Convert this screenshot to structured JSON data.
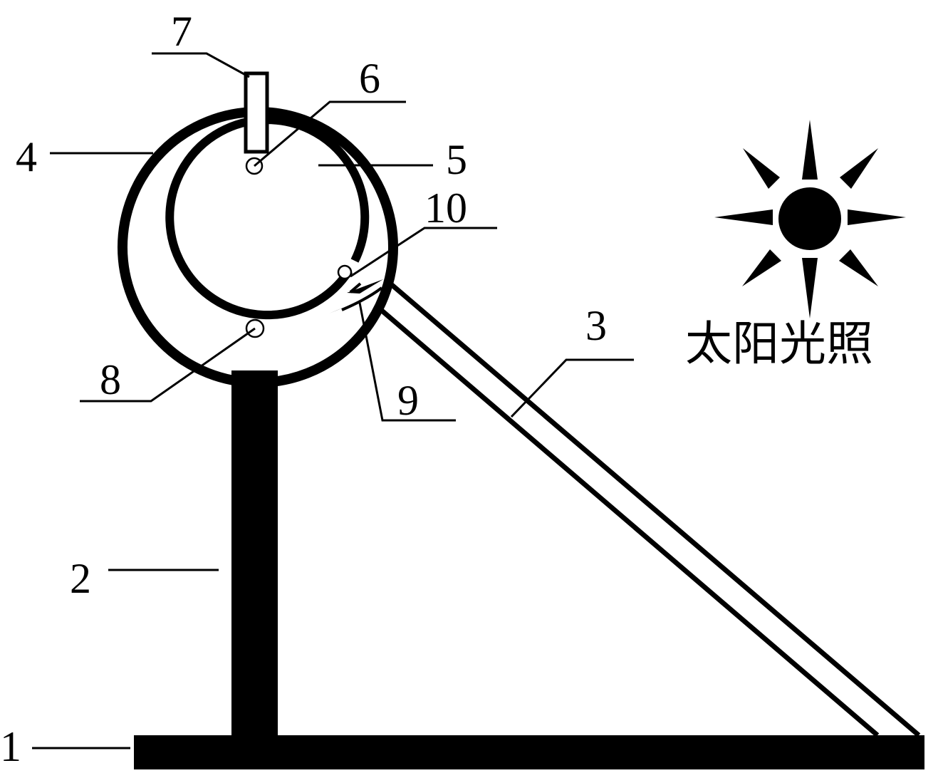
{
  "labels": {
    "base": "1",
    "support_column": "2",
    "inclined_rod": "3",
    "outer_ring": "4",
    "inner_ring": "5",
    "top_point": "6",
    "top_tab": "7",
    "bottom_point": "8",
    "hook_lower": "9",
    "hook_upper": "10"
  },
  "caption": "太阳光照",
  "icons": {
    "sun": "sun-icon"
  }
}
